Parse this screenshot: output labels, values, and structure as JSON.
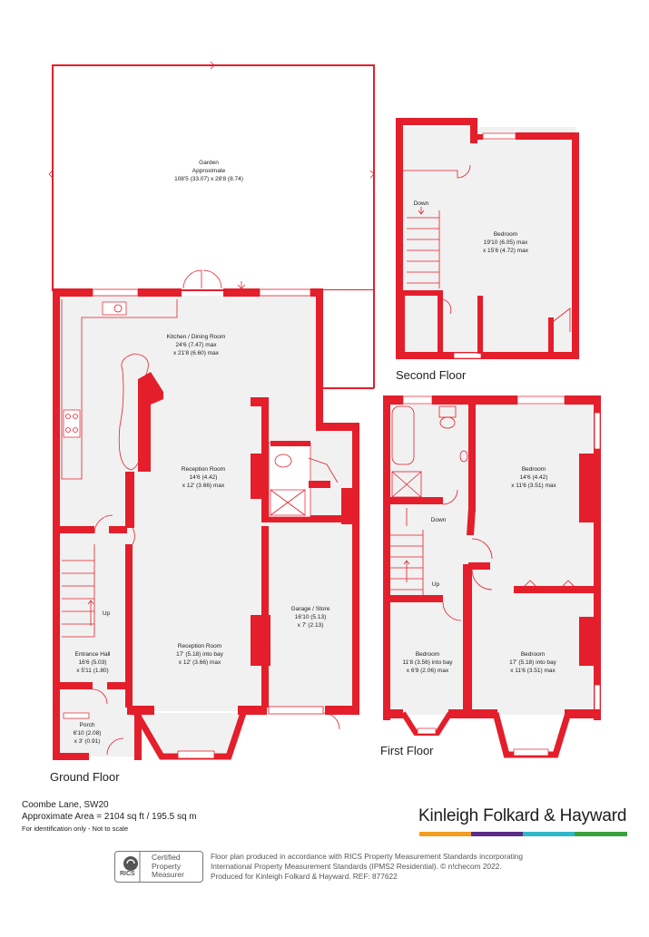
{
  "floors": {
    "ground": "Ground Floor",
    "first": "First Floor",
    "second": "Second Floor"
  },
  "rooms": {
    "garden": [
      "Garden",
      "Approximate",
      "108'5 (33.07) x 28'8 (8.74)"
    ],
    "kitchen": [
      "Kitchen / Dining Room",
      "24'6 (7.47) max",
      "x 21'8 (6.60) max"
    ],
    "reception1": [
      "Reception Room",
      "14'6 (4.42)",
      "x 12' (3.66) max"
    ],
    "reception2": [
      "Reception Room",
      "17' (5.18) into bay",
      "x 12' (3.66) max"
    ],
    "garage": [
      "Garage / Store",
      "16'10 (5.13)",
      "x 7' (2.13)"
    ],
    "hall": [
      "Entrance Hall",
      "16'6 (5.03)",
      "x 5'11 (1.80)"
    ],
    "porch": [
      "Porch",
      "6'10 (2.08)",
      "x 3' (0.91)"
    ],
    "bed_second": [
      "Bedroom",
      "19'10 (6.05) max",
      "x 15'6 (4.72) max"
    ],
    "bed_first_a": [
      "Bedroom",
      "14'6 (4.42)",
      "x 11'6 (3.51) max"
    ],
    "bed_first_b": [
      "Bedroom",
      "11'8 (3.56) into bay",
      "x 6'9 (2.06) max"
    ],
    "bed_first_c": [
      "Bedroom",
      "17' (5.18) into bay",
      "x 11'6 (3.51) max"
    ]
  },
  "stairs": {
    "ground_up": "Up",
    "first_down": "Down",
    "first_up": "Up",
    "second_down": "Down"
  },
  "info": {
    "address": "Coombe Lane, SW20",
    "area": "Approximate Area = 2104 sq ft / 195.5 sq m",
    "note": "For identification only - Not to scale"
  },
  "brand": {
    "name": "Kinleigh Folkard & Hayward",
    "bar_colors": [
      "#f39c1e",
      "#5b2d86",
      "#2eb8c9",
      "#3aa23a"
    ]
  },
  "rics": {
    "mark": "RICS",
    "lines": [
      "Certified",
      "Property",
      "Measurer"
    ]
  },
  "footer": {
    "lines": [
      "Floor plan produced in accordance with RICS Property Measurement Standards incorporating",
      "International Property Measurement Standards (IPMS2 Residential).  © n!checom 2022.",
      "Produced for Kinleigh Folkard & Hayward.   REF: 877622"
    ]
  },
  "colors": {
    "wall": "#e41e2b",
    "room_fill": "#f1f1f1"
  }
}
